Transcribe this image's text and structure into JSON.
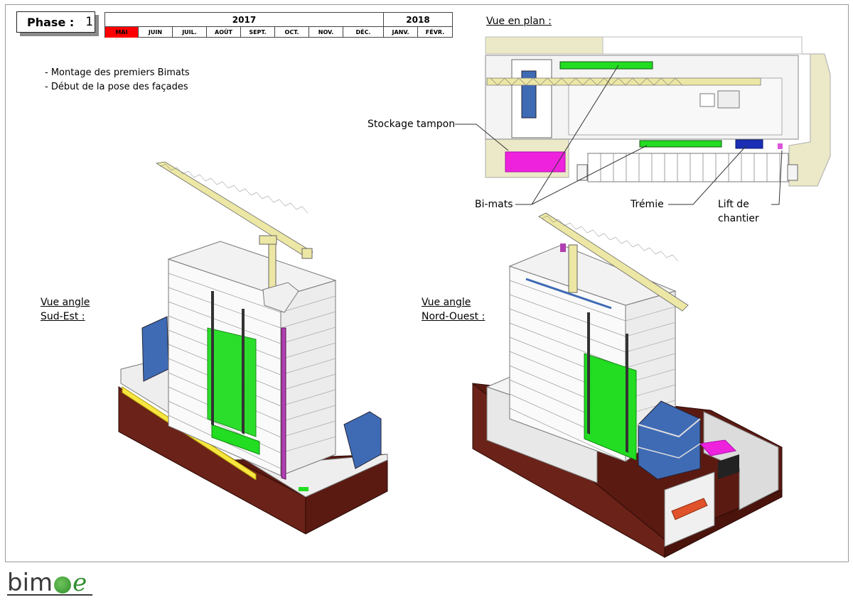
{
  "phase": {
    "label": "Phase :",
    "number": "1"
  },
  "timeline": {
    "years": [
      {
        "year": "2017"
      },
      {
        "year": "2018"
      }
    ],
    "months": [
      {
        "label": "MAI",
        "active": true
      },
      {
        "label": "JUIN",
        "active": false
      },
      {
        "label": "JUIL.",
        "active": false
      },
      {
        "label": "AOÛT",
        "active": false
      },
      {
        "label": "SEPT.",
        "active": false
      },
      {
        "label": "OCT.",
        "active": false
      },
      {
        "label": "NOV.",
        "active": false
      },
      {
        "label": "DÉC.",
        "active": false
      },
      {
        "label": "JANV.",
        "active": false
      },
      {
        "label": "FÉVR.",
        "active": false
      }
    ],
    "active_color": "#ff0000"
  },
  "notes": [
    "- Montage des premiers Bimats",
    "- Début de la pose des façades"
  ],
  "plan": {
    "title": "Vue en plan :",
    "labels": {
      "stockage": "Stockage tampon",
      "bimats": "Bi-mats",
      "tremie": "Trémie",
      "lift_line1": "Lift de",
      "lift_line2": "chantier"
    }
  },
  "views": {
    "sud_est_line1": "Vue angle",
    "sud_est_line2": "Sud-Est :",
    "nord_ouest_line1": "Vue angle",
    "nord_ouest_line2": "Nord-Ouest :"
  },
  "colors": {
    "bimat_green": "#22dd22",
    "storage_magenta": "#ee22dd",
    "tremie_blue": "#1a2fb5",
    "facade_blue": "#3f6bb5",
    "crane_yellow": "#ece7a4",
    "ground_brown": "#5a1a12",
    "active_month_red": "#ff0000"
  },
  "logo": {
    "text_left": "bim",
    "text_right": "e"
  }
}
